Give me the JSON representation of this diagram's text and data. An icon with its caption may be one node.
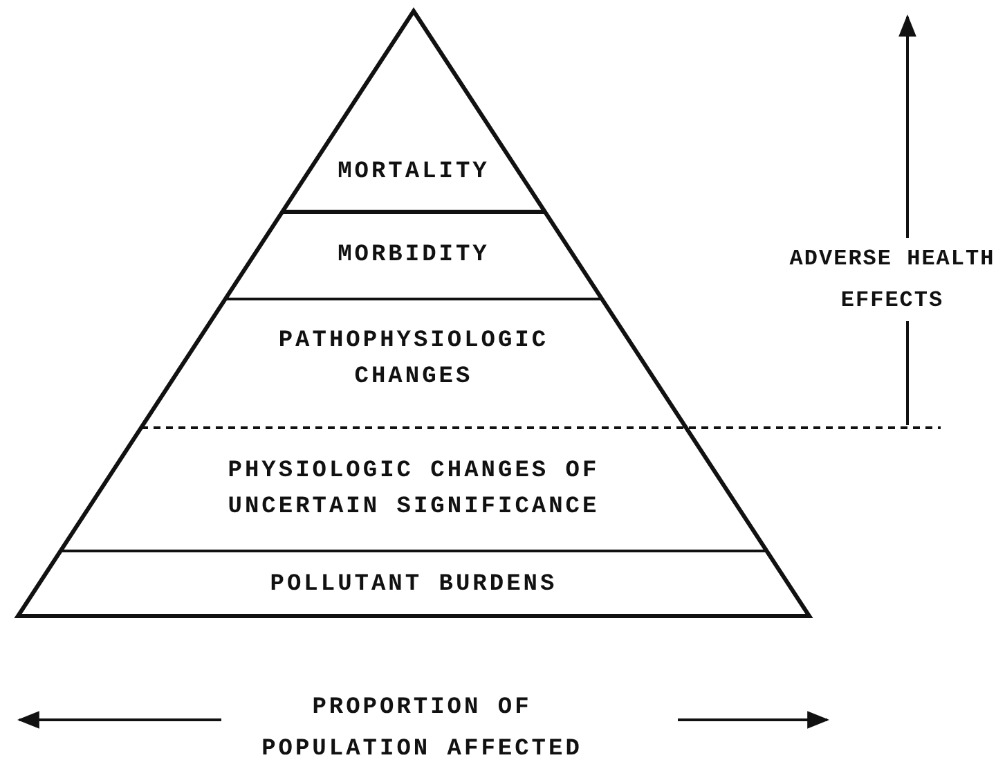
{
  "diagram": {
    "nodes": [
      {
        "text": [
          "MORTALITY"
        ]
      },
      {
        "text": [
          "MORBIDITY"
        ]
      },
      {
        "text": [
          "PATHOPHYSIOLOGIC CHANGES"
        ]
      },
      {
        "text": [
          "PHYSIOLOGIC CHANGES OF UNCERTAIN SIGNIFICANCE"
        ]
      },
      {
        "text": [
          "POLLUTANT BURDENS"
        ]
      }
    ],
    "edges": [],
    "labels": [
      "ADVERSE HEALTH EFFECTS",
      "PROPORTION OF POPULATION AFFECTED"
    ]
  }
}
